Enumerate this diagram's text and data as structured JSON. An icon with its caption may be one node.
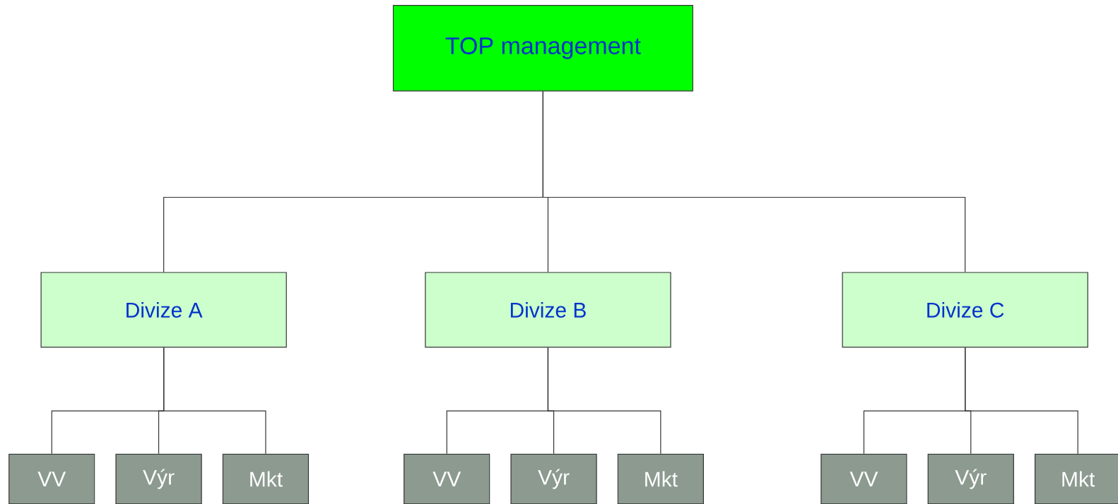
{
  "diagram": {
    "nodes": [
      {
        "text": [
          "TOP management"
        ]
      },
      {
        "text": [
          "Divize A"
        ]
      },
      {
        "text": [
          "Divize B"
        ]
      },
      {
        "text": [
          "Divize C"
        ]
      },
      {
        "text": [
          "VV"
        ]
      },
      {
        "text": [
          "Výr"
        ]
      },
      {
        "text": [
          "Mkt"
        ]
      },
      {
        "text": [
          "VV"
        ]
      },
      {
        "text": [
          "Výr"
        ]
      },
      {
        "text": [
          "Mkt"
        ]
      },
      {
        "text": [
          "VV"
        ]
      },
      {
        "text": [
          "Výr"
        ]
      },
      {
        "text": [
          "Mkt"
        ]
      }
    ],
    "edges": [
      {
        "from": 0,
        "to": 1,
        "arrow": "none"
      },
      {
        "from": 0,
        "to": 2,
        "arrow": "none"
      },
      {
        "from": 0,
        "to": 3,
        "arrow": "none"
      },
      {
        "from": 1,
        "to": 4,
        "arrow": "none"
      },
      {
        "from": 1,
        "to": 5,
        "arrow": "none"
      },
      {
        "from": 1,
        "to": 6,
        "arrow": "none"
      },
      {
        "from": 2,
        "to": 7,
        "arrow": "none"
      },
      {
        "from": 2,
        "to": 8,
        "arrow": "none"
      },
      {
        "from": 2,
        "to": 9,
        "arrow": "none"
      },
      {
        "from": 3,
        "to": 10,
        "arrow": "none"
      },
      {
        "from": 3,
        "to": 11,
        "arrow": "none"
      },
      {
        "from": 3,
        "to": 12,
        "arrow": "none"
      }
    ]
  }
}
